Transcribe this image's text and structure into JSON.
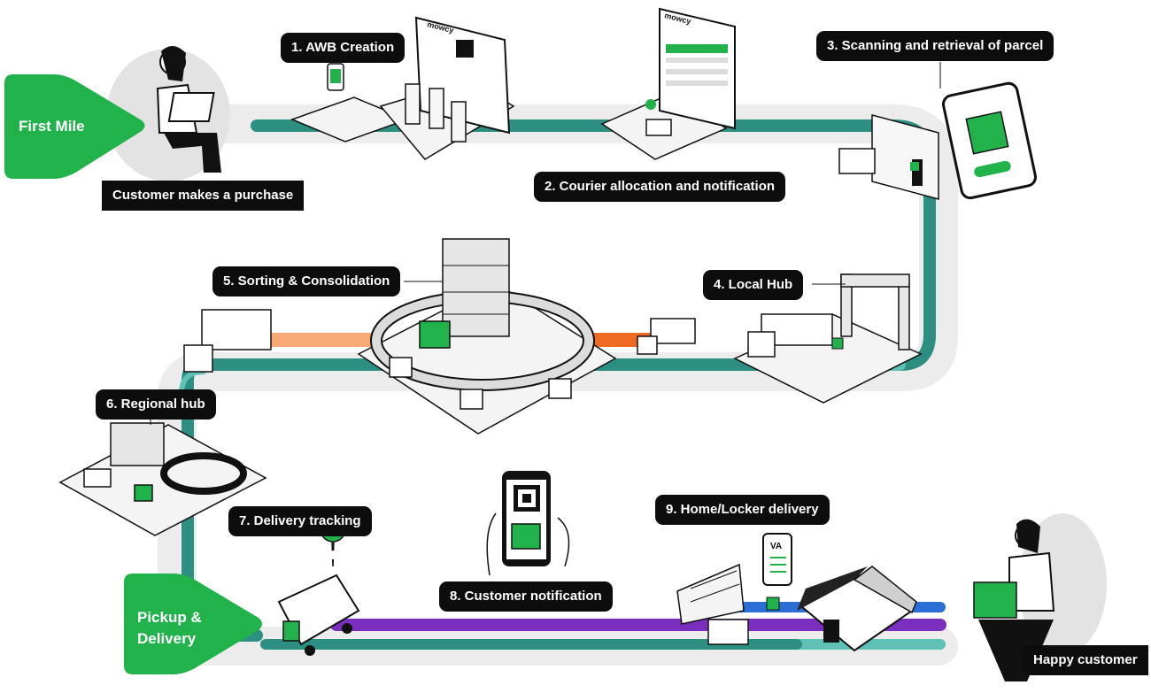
{
  "stages": {
    "first_mile": "First Mile",
    "pickup_line1": "Pickup &",
    "pickup_line2": "Delivery"
  },
  "steps": {
    "customer_purchase": "Customer makes a purchase",
    "s1": "1. AWB Creation",
    "s2": "2. Courier allocation  and notification",
    "s3": "3. Scanning and retrieval of parcel",
    "s4": "4. Local Hub",
    "s5": "5. Sorting & Consolidation",
    "s6": "6. Regional hub",
    "s7": "7. Delivery tracking",
    "s8": "8. Customer notification",
    "s9": "9. Home/Locker delivery",
    "happy": "Happy customer"
  },
  "logos": {
    "screen_brand": "mowcy",
    "phone_badge": "VA"
  },
  "colors": {
    "brand_green": "#22b24c",
    "teal": "#2c8f82",
    "teal_light": "#5fc1b6",
    "orange": "#ef6a22",
    "orange_light": "#f6a972",
    "purple": "#7a2fbf",
    "purple_light": "#b27ad9",
    "blue": "#2b6fd6",
    "label_bg": "#0d0d0d"
  }
}
